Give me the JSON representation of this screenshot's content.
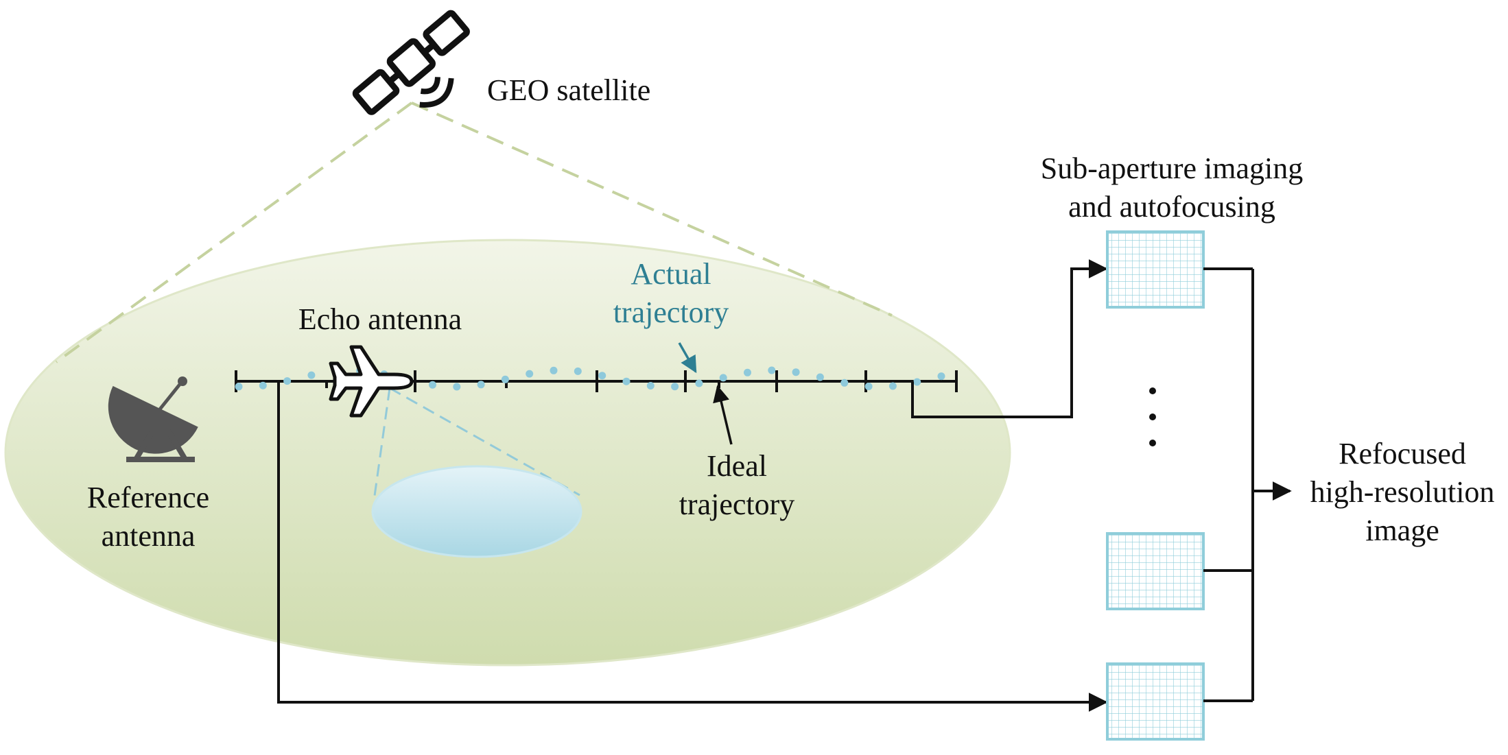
{
  "labels": {
    "satellite": "GEO satellite",
    "echo_antenna": "Echo antenna",
    "reference_line1": "Reference",
    "reference_line2": "antenna",
    "actual_line1": "Actual",
    "actual_line2": "trajectory",
    "ideal_line1": "Ideal",
    "ideal_line2": "trajectory",
    "subaperture_line1": "Sub-aperture imaging",
    "subaperture_line2": "and autofocusing",
    "ellipsis": "⋮",
    "output_line1": "Refocused",
    "output_line2": "high-resolution",
    "output_line3": "image"
  },
  "icons": {
    "satellite": "satellite-icon",
    "dish": "satellite-dish-icon",
    "airplane": "airplane-icon",
    "sub_image": "grid-image-icon"
  },
  "colors": {
    "ground_light": "#f2f5e8",
    "ground_dark": "#cfdcae",
    "ground_edge": "#dfe7c8",
    "beam_dash": "#c5d29f",
    "footprint_top": "#e4f3f8",
    "footprint_bottom": "#a9d7e4",
    "footprint_dash": "#93cad9",
    "actual_label": "#2e7f93",
    "actual_dots": "#8ec9db",
    "grid": "#8fcdda",
    "line": "#111111",
    "icon": "#555555"
  }
}
